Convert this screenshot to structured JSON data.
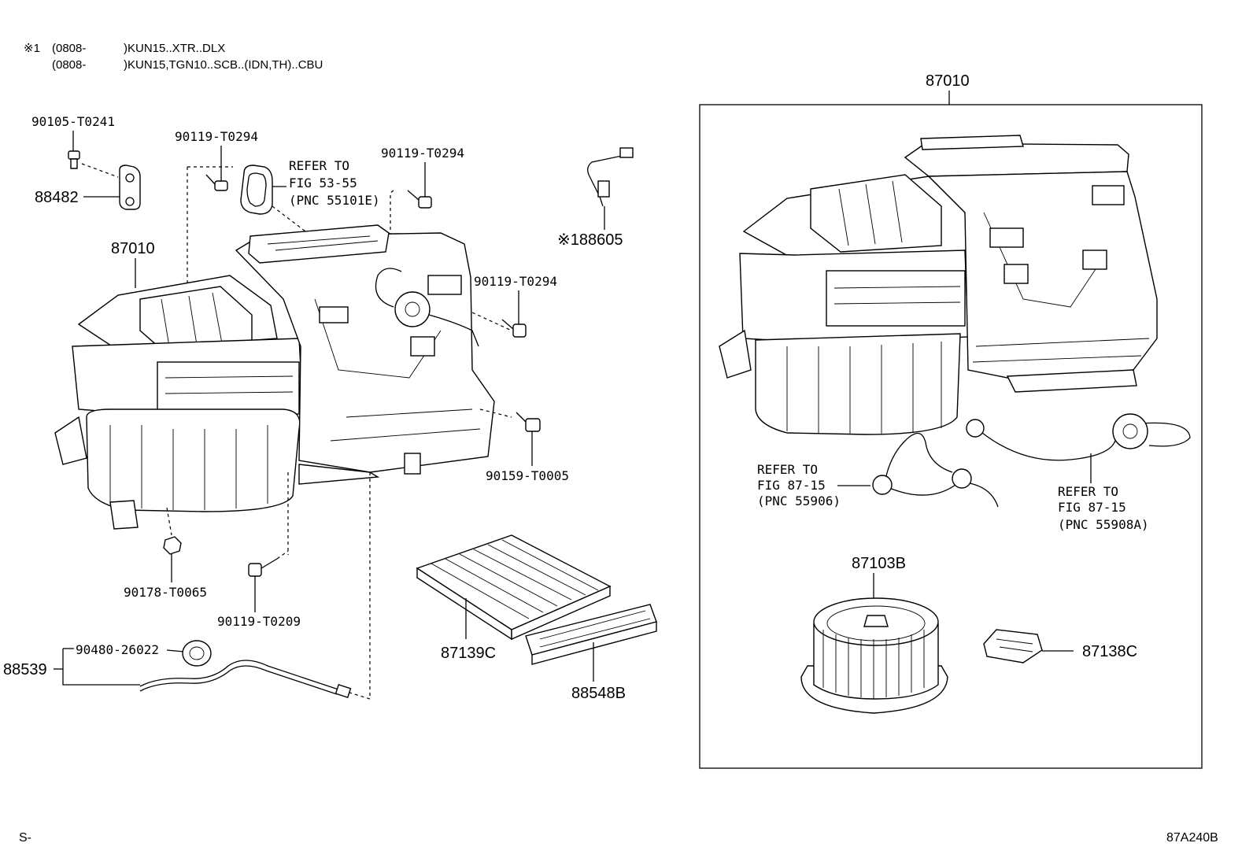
{
  "notes": {
    "line1_mark": "※1",
    "line1_date": "(0808-",
    "line1_models": ")KUN15..XTR..DLX",
    "line2_date": "(0808-",
    "line2_models": ")KUN15,TGN10..SCB..(IDN,TH)..CBU"
  },
  "labels": {
    "bolt_90105_T0241": "90105-T0241",
    "part_88482": "88482",
    "screw_90119_T0294_a": "90119-T0294",
    "refer_fig_53_55": [
      "REFER TO",
      "FIG 53-55",
      "(PNC 55101E)"
    ],
    "screw_90119_T0294_b": "90119-T0294",
    "part_88605": "※188605",
    "part_87010_left": "87010",
    "screw_90119_T0294_c": "90119-T0294",
    "bolt_90159_T0005": "90159-T0005",
    "nut_90178_T0065": "90178-T0065",
    "screw_90119_T0209": "90119-T0209",
    "grommet_90480_26022": "90480-26022",
    "hose_88539": "88539",
    "filter_87139C": "87139C",
    "filter_88548B": "88548B",
    "assembly_87010_box": "87010",
    "refer_fig_87_15_a": [
      "REFER TO",
      "FIG 87-15",
      "(PNC 55906)"
    ],
    "refer_fig_87_15_b": [
      "REFER TO",
      "FIG 87-15",
      "(PNC 55908A)"
    ],
    "blower_87103B": "87103B",
    "resistor_87138C": "87138C"
  },
  "footer": {
    "left": "S-",
    "right": "87A240B"
  }
}
